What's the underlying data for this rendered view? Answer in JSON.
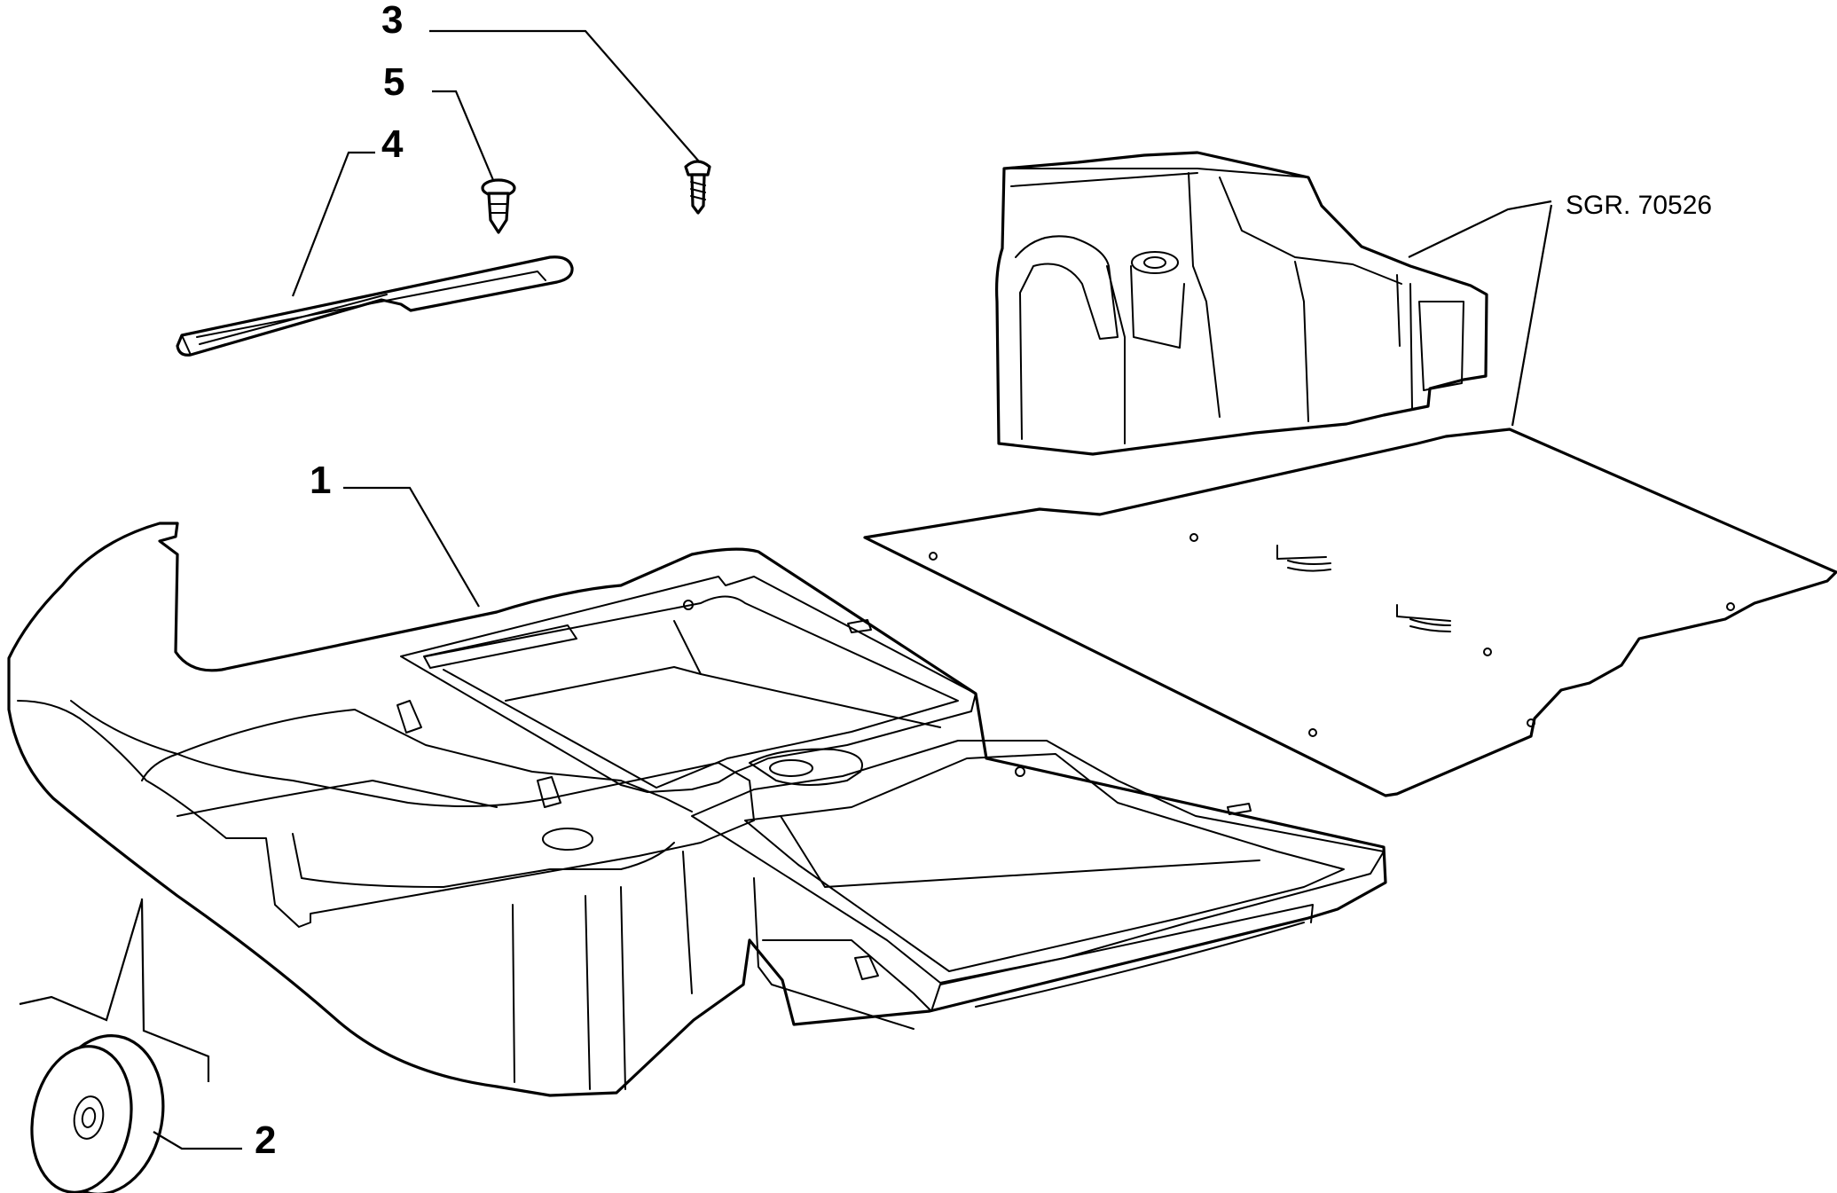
{
  "callouts": {
    "part_1": "1",
    "part_2": "2",
    "part_3": "3",
    "part_4": "4",
    "part_5": "5",
    "reference": "SGR. 70526"
  },
  "colors": {
    "background": "#ffffff",
    "line": "#000000"
  }
}
